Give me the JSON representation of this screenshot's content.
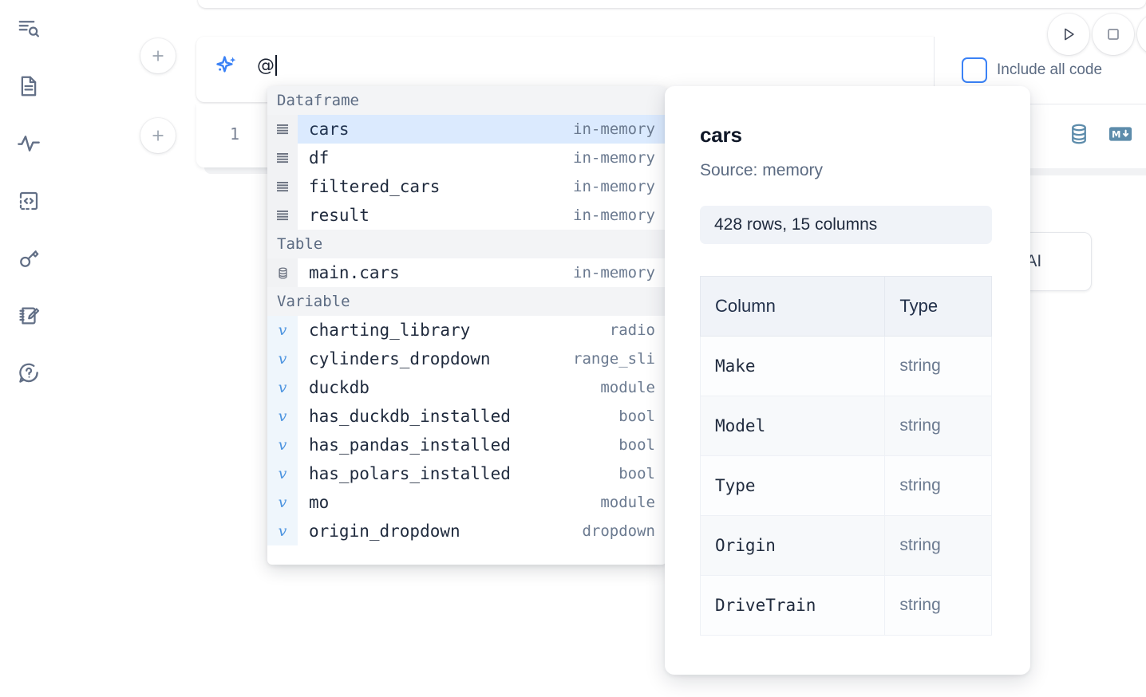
{
  "sidebar": {
    "items": [
      {
        "name": "file-explorer-search-icon",
        "label": "Explore files"
      },
      {
        "name": "document-icon",
        "label": "Notebook"
      },
      {
        "name": "activity-pulse-icon",
        "label": "Activity"
      },
      {
        "name": "code-snippets-icon",
        "label": "Snippets"
      },
      {
        "name": "key-secrets-icon",
        "label": "Secrets"
      },
      {
        "name": "scratchpad-edit-icon",
        "label": "Scratchpad"
      },
      {
        "name": "help-question-icon",
        "label": "Help"
      }
    ]
  },
  "prompt_cell": {
    "sparkle_icon": "ai-sparkle-icon",
    "input_value": "@",
    "add_cell_label": "+",
    "include_all_code": {
      "label": "Include all code",
      "checked": false,
      "accent": "#3b82f6"
    }
  },
  "actions": {
    "run_label": "run-icon",
    "stop_label": "stop-icon",
    "extra_label": "more-icon"
  },
  "code_cell": {
    "line_number": "1",
    "add_cell_label": "+",
    "toolbar": [
      {
        "name": "database-icon",
        "color": "#5d8cab"
      },
      {
        "name": "markdown-icon",
        "color": "#5d8cab"
      }
    ]
  },
  "ai_side_button": {
    "label": "h AI"
  },
  "mention_dropdown": {
    "groups": [
      {
        "header": "Dataframe",
        "kind": "dataframe",
        "items": [
          {
            "name": "cars",
            "type": "in-memory",
            "selected": true
          },
          {
            "name": "df",
            "type": "in-memory",
            "selected": false
          },
          {
            "name": "filtered_cars",
            "type": "in-memory",
            "selected": false
          },
          {
            "name": "result",
            "type": "in-memory",
            "selected": false
          }
        ]
      },
      {
        "header": "Table",
        "kind": "table",
        "items": [
          {
            "name": "main.cars",
            "type": "in-memory",
            "selected": false
          }
        ]
      },
      {
        "header": "Variable",
        "kind": "variable",
        "items": [
          {
            "name": "charting_library",
            "type": "radio",
            "selected": false
          },
          {
            "name": "cylinders_dropdown",
            "type": "range_sli",
            "selected": false
          },
          {
            "name": "duckdb",
            "type": "module",
            "selected": false
          },
          {
            "name": "has_duckdb_installed",
            "type": "bool",
            "selected": false
          },
          {
            "name": "has_pandas_installed",
            "type": "bool",
            "selected": false
          },
          {
            "name": "has_polars_installed",
            "type": "bool",
            "selected": false
          },
          {
            "name": "mo",
            "type": "module",
            "selected": false
          },
          {
            "name": "origin_dropdown",
            "type": "dropdown",
            "selected": false
          }
        ]
      }
    ]
  },
  "preview_panel": {
    "title": "cars",
    "source": "Source: memory",
    "shape": "428 rows, 15 columns",
    "table": {
      "headers": [
        "Column",
        "Type"
      ],
      "rows": [
        [
          "Make",
          "string"
        ],
        [
          "Model",
          "string"
        ],
        [
          "Type",
          "string"
        ],
        [
          "Origin",
          "string"
        ],
        [
          "DriveTrain",
          "string"
        ]
      ]
    }
  }
}
